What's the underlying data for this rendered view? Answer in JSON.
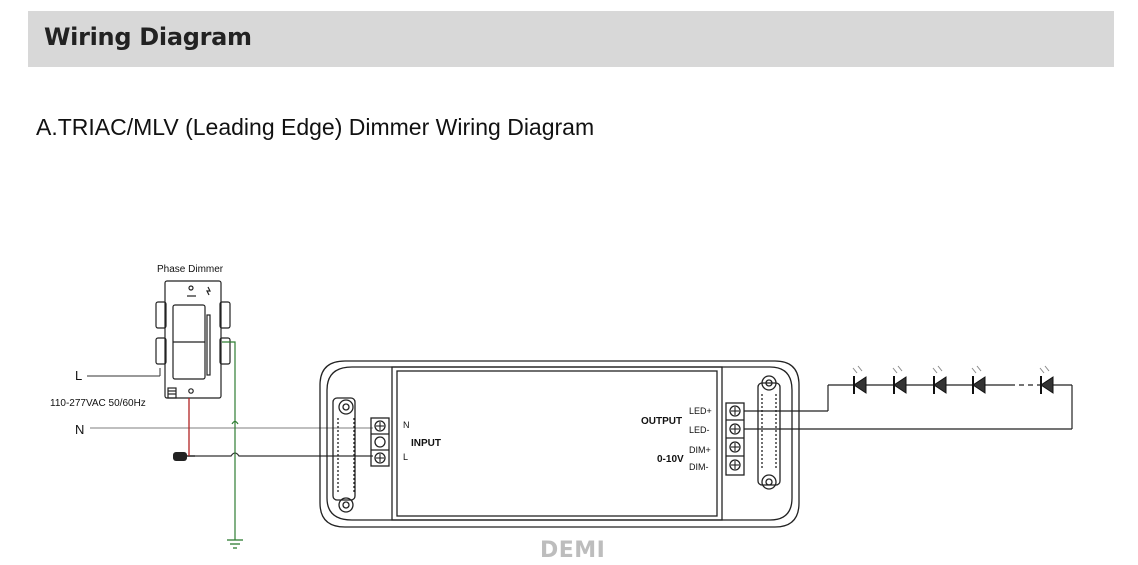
{
  "header": {
    "title": "Wiring Diagram"
  },
  "diagram": {
    "title": "A.TRIAC/MLV (Leading Edge) Dimmer Wiring Diagram",
    "dimmer_label": "Phase Dimmer",
    "line_label": "L",
    "neutral_label": "N",
    "voltage_label": "110-277VAC 50/60Hz",
    "input_label": "INPUT",
    "input_n_label": "N",
    "input_l_label": "L",
    "output_label": "OUTPUT",
    "led_plus_label": "LED+",
    "led_minus_label": "LED-",
    "dim_section_label": "0-10V",
    "dim_plus_label": "DIM+",
    "dim_minus_label": "DIM-",
    "colors": {
      "line_wire": "#b22222",
      "ground_wire": "#2e7d32",
      "neutral_wire": "#999999"
    },
    "icons": [
      "ground-icon",
      "wire-nut-icon",
      "led-icon",
      "dimmer-switch-icon"
    ]
  },
  "watermark": "DEMI"
}
